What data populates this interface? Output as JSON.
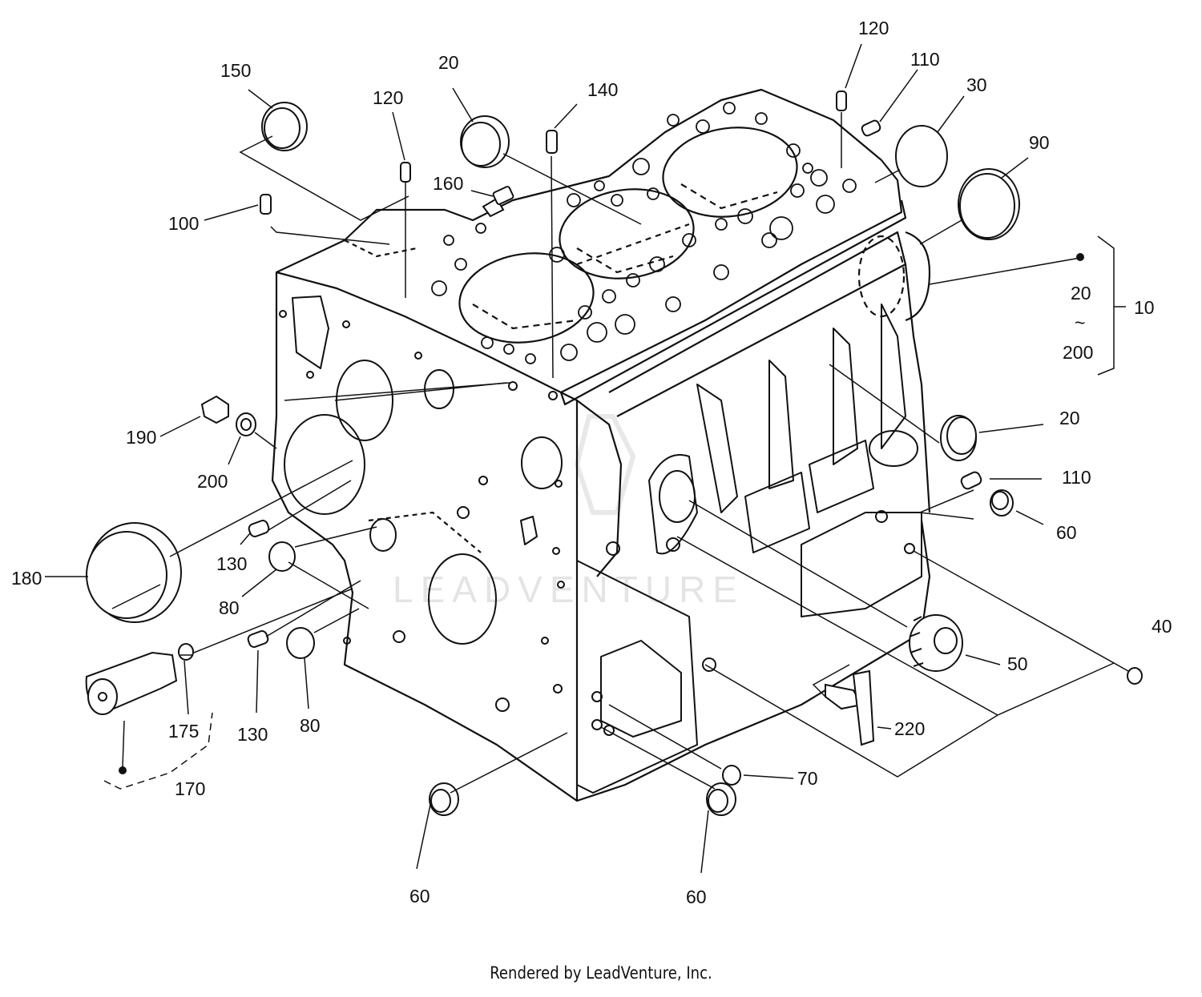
{
  "callouts": {
    "c10": "10",
    "c20_top": "20",
    "c20_range": "20",
    "c20_right": "20",
    "c30": "30",
    "c40": "40",
    "c50": "50",
    "c60_right": "60",
    "c60_bl": "60",
    "c60_bm": "60",
    "c70": "70",
    "c80_a": "80",
    "c80_b": "80",
    "c90": "90",
    "c100": "100",
    "c110_top": "110",
    "c110_right": "110",
    "c120_left": "120",
    "c120_right": "120",
    "c130_a": "130",
    "c130_b": "130",
    "c140": "140",
    "c150": "150",
    "c160": "160",
    "c170": "170",
    "c175": "175",
    "c180": "180",
    "c190": "190",
    "c200_left": "200",
    "c200_range": "200",
    "c220": "220"
  },
  "range_tilde": "~",
  "watermark": "LEADVENTURE",
  "footer": "Rendered by LeadVenture, Inc.",
  "colors": {
    "line": "#111111",
    "watermark": "#e2e2e2"
  }
}
